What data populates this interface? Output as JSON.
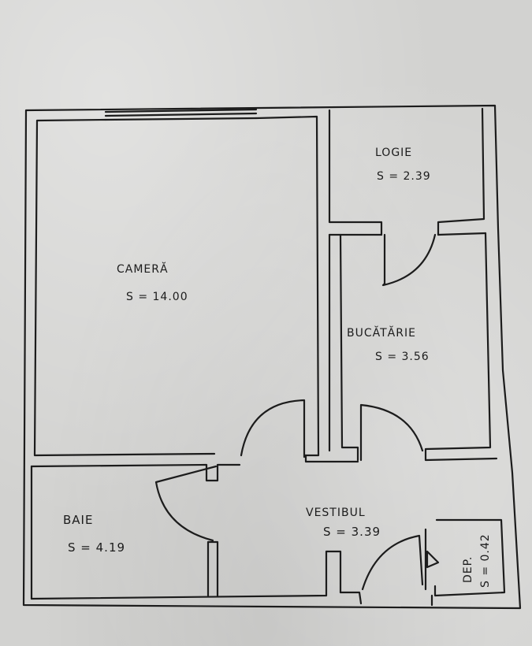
{
  "rooms": {
    "camera": {
      "name": "CAMERĂ",
      "area": "S = 14.00"
    },
    "logie": {
      "name": "LOGIE",
      "area": "S = 2.39"
    },
    "bucatarie": {
      "name": "BUCĂTĂRIE",
      "area": "S = 3.56"
    },
    "baie": {
      "name": "BAIE",
      "area": "S = 4.19"
    },
    "vestibul": {
      "name": "VESTIBUL",
      "area": "S = 3.39"
    },
    "depozit": {
      "name": "DEP.",
      "area": "S = 0.42"
    }
  },
  "colors": {
    "paper": "#d2d2d0",
    "ink": "#1c1c1c"
  }
}
